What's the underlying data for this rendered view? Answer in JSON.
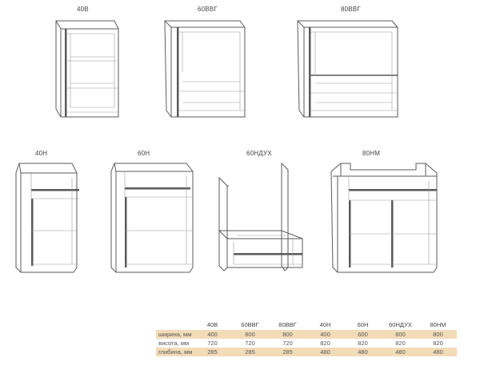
{
  "cabinets": {
    "c40b": {
      "label": "40В"
    },
    "c60bvg": {
      "label": "60ВВГ"
    },
    "c80bvg": {
      "label": "80ВВГ"
    },
    "c40n": {
      "label": "40Н"
    },
    "c60n": {
      "label": "60Н"
    },
    "c60ndukh": {
      "label": "60НДУХ"
    },
    "c80nm": {
      "label": "80НМ"
    }
  },
  "table": {
    "columns": [
      "40В",
      "60ВВГ",
      "80ВВГ",
      "40Н",
      "60Н",
      "60НДУХ",
      "80НМ"
    ],
    "rows": [
      {
        "label": "ширина, мм",
        "values": [
          "400",
          "600",
          "800",
          "400",
          "600",
          "600",
          "800"
        ]
      },
      {
        "label": "висота, мм",
        "values": [
          "720",
          "720",
          "720",
          "820",
          "820",
          "820",
          "820"
        ]
      },
      {
        "label": "глибина, мм",
        "values": [
          "285",
          "285",
          "285",
          "480",
          "480",
          "480",
          "480"
        ]
      }
    ],
    "highlight_color": "#f2dcb8"
  }
}
